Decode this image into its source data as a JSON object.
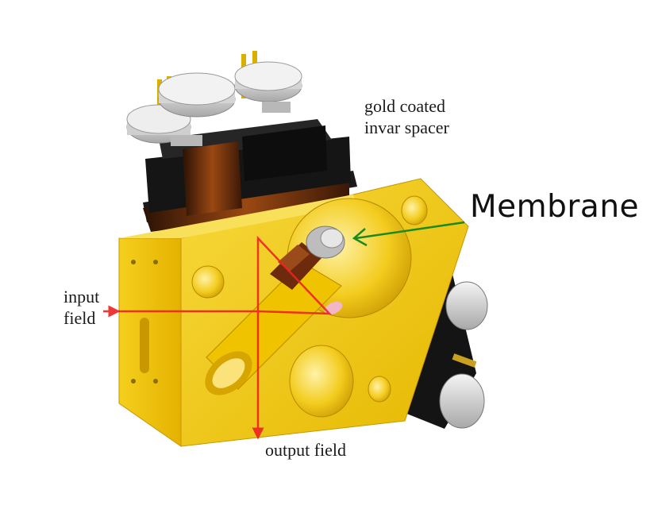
{
  "labels": {
    "spacer_line1": "gold coated",
    "spacer_line2": "invar spacer",
    "input_line1": "input",
    "input_line2": "field",
    "output": "output field",
    "membrane": "Membrane"
  },
  "colors": {
    "gold_face": "#f2c400",
    "gold_light": "#f7d83a",
    "gold_dark": "#c99700",
    "copper": "#8a3d0e",
    "black_body": "#111111",
    "beam": "#ee2222",
    "arrow_green": "#1b8a1b"
  },
  "icons": [
    "piezo-actuator-icon",
    "membrane-holder-icon",
    "mirror-icon"
  ]
}
